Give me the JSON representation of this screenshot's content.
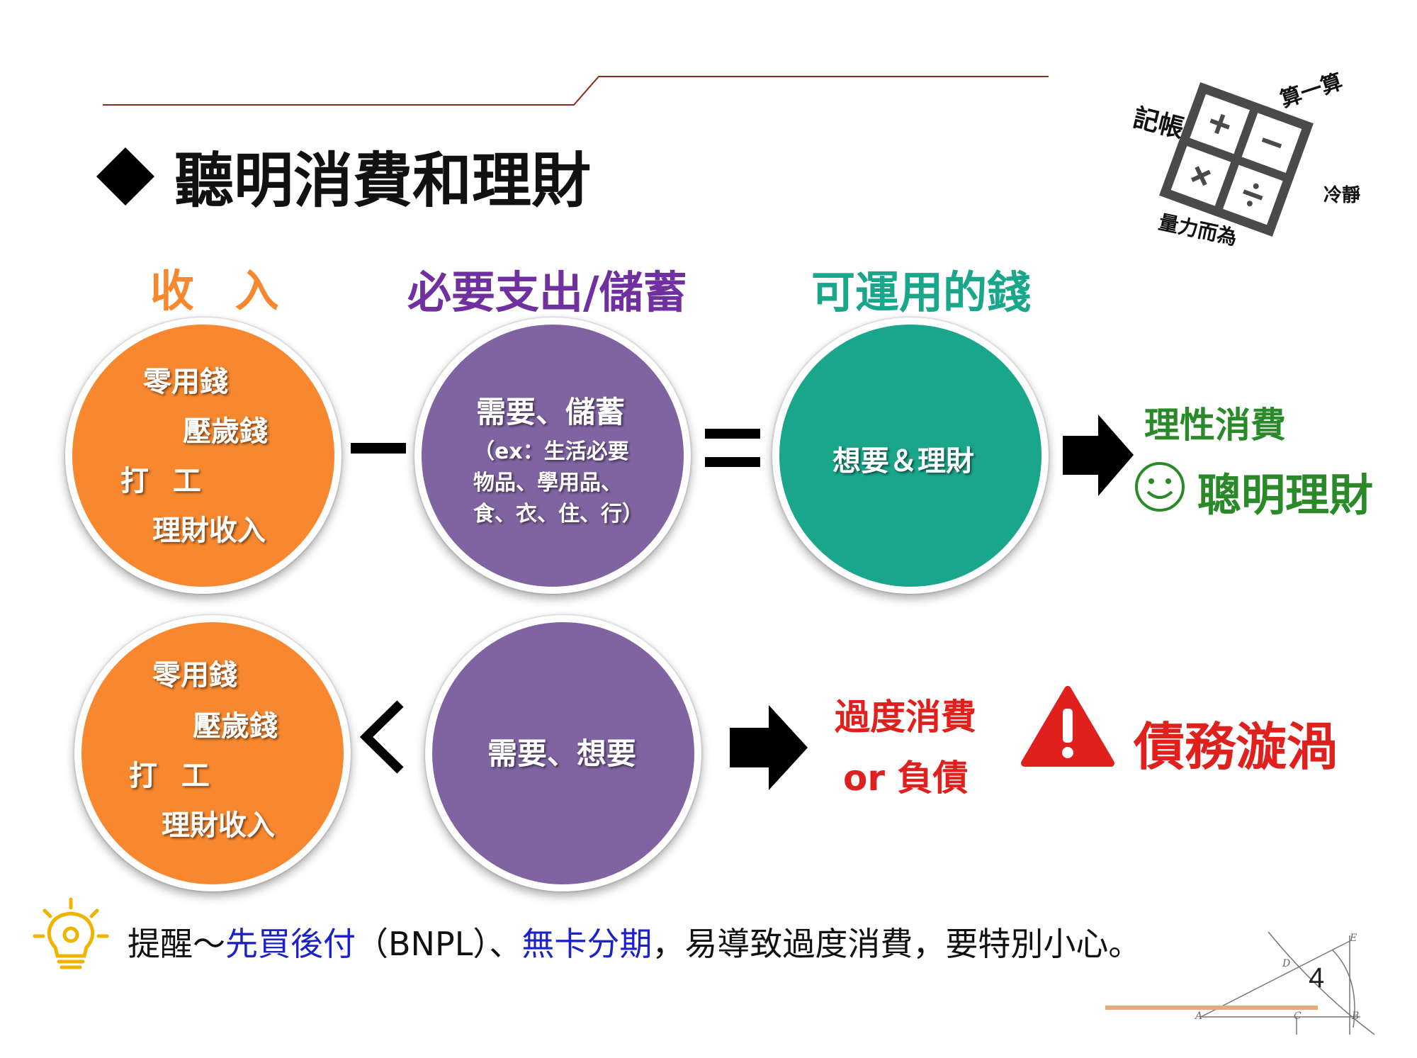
{
  "title": "聽明消費和理財",
  "headers": {
    "income": "收 入",
    "necessary": "必要支出/儲蓄",
    "available": "可運用的錢"
  },
  "row1": {
    "income_items": [
      "零用錢",
      "壓歲錢",
      "打 工",
      "理財收入"
    ],
    "necessary_main": "需要、儲蓄",
    "necessary_detail": [
      "（ex：生活必要",
      "物品、學用品、",
      "食、衣、住、行）"
    ],
    "available_text": "想要＆理財",
    "result_line1": "理性消費",
    "result_line2": "聰明理財"
  },
  "row2": {
    "income_items": [
      "零用錢",
      "壓歲錢",
      "打 工",
      "理財收入"
    ],
    "need_want": "需要、想要",
    "result_line1": "過度消費",
    "result_line2": "or 負債",
    "warning_text": "債務漩渦"
  },
  "tip": {
    "prefix": "提醒～",
    "highlight1": "先買後付",
    "middle": "（BNPL）、",
    "highlight2": "無卡分期",
    "suffix": "，易導致過度消費，要特別小心。"
  },
  "calculator_labels": {
    "top": "算一算",
    "left": "記帳",
    "right": "冷靜",
    "bottom": "量力而為"
  },
  "geometry_labels": [
    "E",
    "D",
    "A",
    "C",
    "B"
  ],
  "page_number": "4",
  "colors": {
    "orange": "#f7882f",
    "purple": "#8064a2",
    "teal": "#1aa68a",
    "green": "#2a8a2a",
    "red": "#e0201d",
    "blue": "#1a22c8"
  }
}
